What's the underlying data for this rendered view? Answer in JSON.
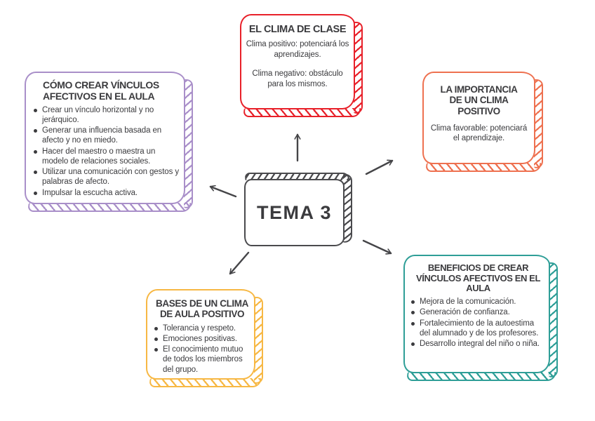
{
  "diagram": {
    "title": "TEMA 3",
    "arrow_color": "#454548",
    "center": {
      "label": "TEMA 3",
      "color": "#4a4a4d"
    },
    "nodes": [
      {
        "id": "el-clima-de-clase",
        "color": "#e8212a",
        "title": "EL CLIMA DE CLASE",
        "paragraphs": [
          "Clima positivo: potenciará los aprendizajes.",
          "Clima negativo: obstáculo para los mismos."
        ]
      },
      {
        "id": "la-importancia-de-un-clima-positivo",
        "color": "#ee7150",
        "title": "LA IMPORTANCIA DE UN CLIMA POSITIVO",
        "paragraphs": [
          "Clima favorable: potenciará el aprendizaje."
        ]
      },
      {
        "id": "como-crear-vinculos-afectivos",
        "color": "#a98fc9",
        "title": "CÓMO CREAR VÍNCULOS AFECTIVOS EN EL AULA",
        "bullets": [
          "Crear un vínculo horizontal y no jerárquico.",
          "Generar una influencia basada en afecto y no en miedo.",
          "Hacer del maestro o maestra un modelo de relaciones sociales.",
          "Utilizar una comunicación con gestos y palabras de afecto.",
          "Impulsar la escucha activa."
        ]
      },
      {
        "id": "bases-de-un-clima-de-aula-positivo",
        "color": "#f7b844",
        "title": "BASES DE UN CLIMA DE AULA POSITIVO",
        "bullets": [
          "Tolerancia y respeto.",
          "Emociones positivas.",
          "El conocimiento mutuo de todos los miembros del grupo."
        ]
      },
      {
        "id": "beneficios-de-crear-vinculos",
        "color": "#2e9e97",
        "title": "BENEFICIOS DE CREAR VÍNCULOS AFECTIVOS EN EL AULA",
        "bullets": [
          "Mejora de la comunicación.",
          "Generación de confianza.",
          "Fortalecimiento de la autoestima del alumnado y de los profesores.",
          "Desarrollo integral del niño o niña."
        ]
      }
    ]
  }
}
